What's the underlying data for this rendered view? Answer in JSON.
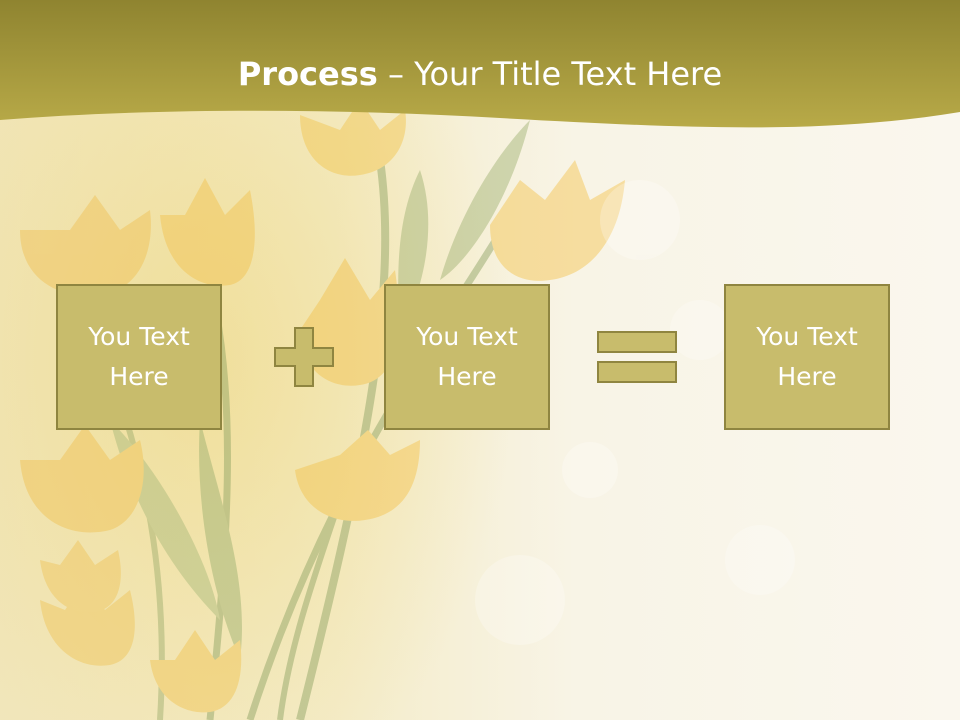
{
  "slide": {
    "title_bold": "Process",
    "title_dash": " – ",
    "title_rest": "Your Title Text Here",
    "boxes": [
      {
        "text": "You Text\nHere"
      },
      {
        "text": "You Text\nHere"
      },
      {
        "text": "You Text\nHere"
      }
    ],
    "operators": [
      "plus-icon",
      "equals-icon"
    ]
  },
  "colors": {
    "banner": "#a89a36",
    "box_fill": "#c8bc6c",
    "box_border": "#8f8540",
    "text": "#ffffff"
  }
}
